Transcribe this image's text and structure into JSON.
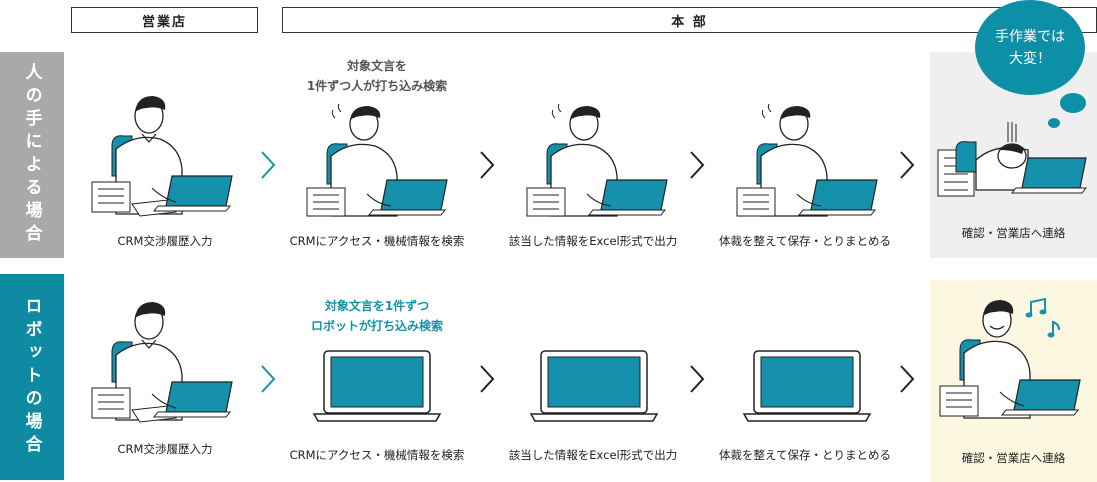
{
  "headers": {
    "branch": "営業店",
    "hq": "本 部"
  },
  "rows": {
    "manual": {
      "label": "人の手による場合",
      "color": "#a9a9a9",
      "steps": [
        "CRM交渉履歴入力",
        "CRMにアクセス・機械情報を検索",
        "該当した情報をExcel形式で出力",
        "体裁を整えて保存・とりまとめる",
        "確認・営業店へ連絡"
      ],
      "annotation": [
        "対象文言を",
        "1件ずつ人が打ち込み検索"
      ],
      "bubble": [
        "手作業では",
        "大変！"
      ]
    },
    "robot": {
      "label": "ロボットの場合",
      "color": "#0e8ba3",
      "steps": [
        "CRM交渉履歴入力",
        "CRMにアクセス・機械情報を検索",
        "該当した情報をExcel形式で出力",
        "体裁を整えて保存・とりまとめる",
        "確認・営業店へ連絡"
      ],
      "annotation": [
        "対象文言を1件ずつ",
        "ロボットが打ち込み検索"
      ]
    }
  },
  "colors": {
    "accent": "#1591ab",
    "manual_panel": "#efefef",
    "robot_panel": "#fbf7e1"
  }
}
